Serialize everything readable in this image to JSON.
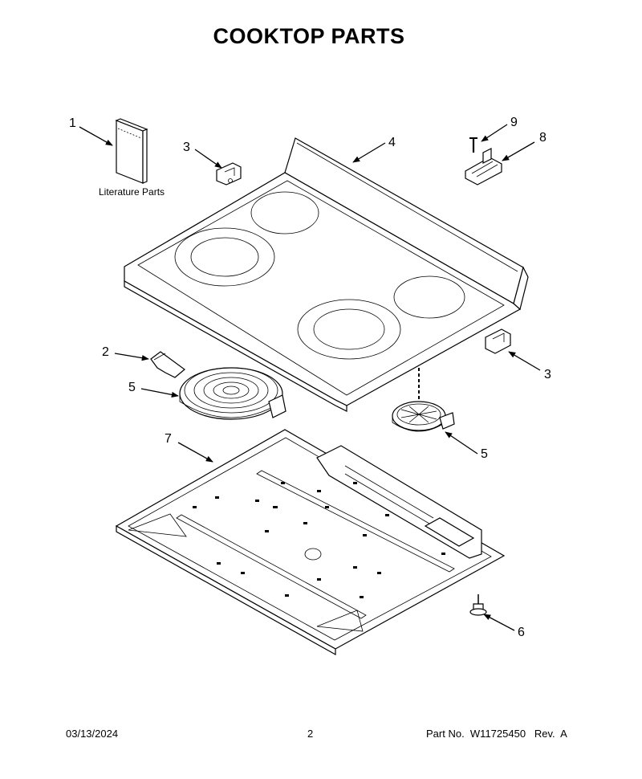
{
  "title": "COOKTOP  PARTS",
  "literature_label": "Literature Parts",
  "callouts": {
    "c1": "1",
    "c2": "2",
    "c3a": "3",
    "c3b": "3",
    "c4": "4",
    "c5a": "5",
    "c5b": "5",
    "c6": "6",
    "c7": "7",
    "c8": "8",
    "c9": "9"
  },
  "footer": {
    "date": "03/13/2024",
    "page": "2",
    "part": "Part No.  W11725450   Rev.  A"
  }
}
